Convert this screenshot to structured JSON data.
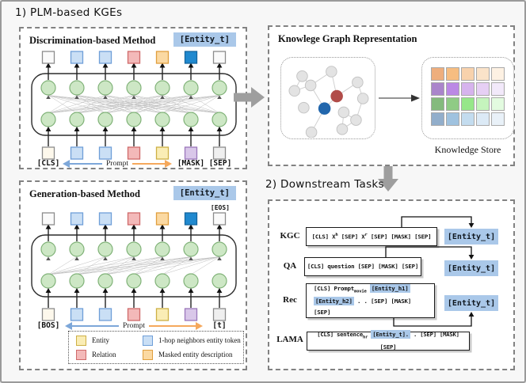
{
  "titles": {
    "plm_kges": "1) PLM-based KGEs",
    "downstream": "2) Downstream Tasks"
  },
  "palette": {
    "white": {
      "fill": "#fafafa",
      "border": "#8c8c8c"
    },
    "cream": {
      "fill": "#fdf8ec",
      "border": "#8c8c8c"
    },
    "light_blue": {
      "fill": "#cadff5",
      "border": "#6f9fd8"
    },
    "solid_blue": {
      "fill": "#2089cf",
      "border": "#15659e"
    },
    "pink": {
      "fill": "#f3b9b9",
      "border": "#cf6a6a"
    },
    "orange": {
      "fill": "#fbd9a2",
      "border": "#e09f3e"
    },
    "yellow": {
      "fill": "#faedb5",
      "border": "#cdb045"
    },
    "purple": {
      "fill": "#d9c7e9",
      "border": "#9a77bb"
    },
    "gray": {
      "fill": "#efefef",
      "border": "#8c8c8c"
    },
    "node_fill": "#cde7c5",
    "node_border": "#80b278",
    "entity_chip_bg": "#aac8e9",
    "arrow_blue": "#7da7d9",
    "arrow_orange": "#f5a85c",
    "big_arrow_gray": "#9e9e9e",
    "graph_node_gray": "#e3e3e3",
    "graph_node_gray_border": "#c4c4c4",
    "graph_node_red": "#b14c49",
    "graph_node_blue": "#2166ac"
  },
  "discrimination": {
    "title": "Discrimination-based Method",
    "entity_chip": "[Entity_t]",
    "top_tokens": [
      "white",
      "light_blue",
      "light_blue",
      "pink",
      "orange",
      "solid_blue",
      "white"
    ],
    "bottom_tokens": [
      "cream",
      "light_blue",
      "light_blue",
      "pink",
      "yellow",
      "purple",
      "gray"
    ],
    "left_label": "[CLS]",
    "prompt_label": "Prompt",
    "mask_label": "[MASK]",
    "sep_label": "[SEP]"
  },
  "generation": {
    "title": "Generation-based Method",
    "entity_chip": "[Entity_t]",
    "eos_label": "[EOS]",
    "top_tokens": [
      "white",
      "light_blue",
      "light_blue",
      "pink",
      "orange",
      "solid_blue",
      "white"
    ],
    "bottom_tokens": [
      "cream",
      "light_blue",
      "light_blue",
      "pink",
      "yellow",
      "purple",
      "gray"
    ],
    "left_label": "[BOS]",
    "prompt_label": "Prompt",
    "right_label": "[t]"
  },
  "legend": {
    "items": [
      {
        "label": "Entity",
        "color": "yellow"
      },
      {
        "label": "1-hop neighbors entity token",
        "color": "light_blue"
      },
      {
        "label": "Relation",
        "color": "pink"
      },
      {
        "label": "Masked entity description",
        "color": "orange"
      }
    ]
  },
  "knowledge_graph": {
    "title": "Knowlege Graph Representation",
    "store_label": "Knowledge Store",
    "store_grid": [
      [
        "#eeae7d",
        "#f6bd81",
        "#f8d2ac",
        "#fae3c9",
        "#fdf1e3"
      ],
      [
        "#aa85cb",
        "#bb88e5",
        "#d6b3ed",
        "#e6cff4",
        "#f2e9fa"
      ],
      [
        "#84ba7d",
        "#8fcb85",
        "#96e789",
        "#c5f4bd",
        "#e3fbe0"
      ],
      [
        "#92aecb",
        "#9fc2df",
        "#c3dcef",
        "#dceaf6",
        "#e9f1f8"
      ]
    ]
  },
  "downstream_tasks": {
    "rows": [
      {
        "task": "KGC",
        "chip": "[Entity_t]",
        "segments": [
          {
            "t": "[CLS] X",
            "s": "p"
          },
          {
            "t": "h",
            "s": "sup"
          },
          {
            "t": " [SEP] X",
            "s": "p"
          },
          {
            "t": "r",
            "s": "sup"
          },
          {
            "t": " [SEP] [MASK] [SEP]",
            "s": "p"
          }
        ]
      },
      {
        "task": "QA",
        "chip": "[Entity_t]",
        "segments": [
          {
            "t": "[CLS] question [SEP] [MASK] [SEP]",
            "s": "p"
          }
        ]
      },
      {
        "task": "Rec",
        "chip": "[Entity_t]",
        "segments": [
          {
            "t": "[CLS] Prompt",
            "s": "p"
          },
          {
            "t": "movie",
            "s": "sub"
          },
          {
            "t": " ",
            "s": "p"
          },
          {
            "t": "[Entity_h1]",
            "s": "hl"
          },
          {
            "s": "br"
          },
          {
            "t": "[Entity_h2]",
            "s": "hl"
          },
          {
            "t": " . . [SEP] [MASK] [SEP]",
            "s": "p"
          }
        ]
      },
      {
        "task": "LAMA",
        "segments": [
          {
            "t": "[CLS] sentence",
            "s": "p"
          },
          {
            "t": "hr",
            "s": "sub"
          },
          {
            "t": " ",
            "s": "p"
          },
          {
            "t": "[Entity_t].",
            "s": "hl"
          },
          {
            "t": " . [SEP] [MASK] [SEP]",
            "s": "p"
          }
        ]
      }
    ]
  }
}
